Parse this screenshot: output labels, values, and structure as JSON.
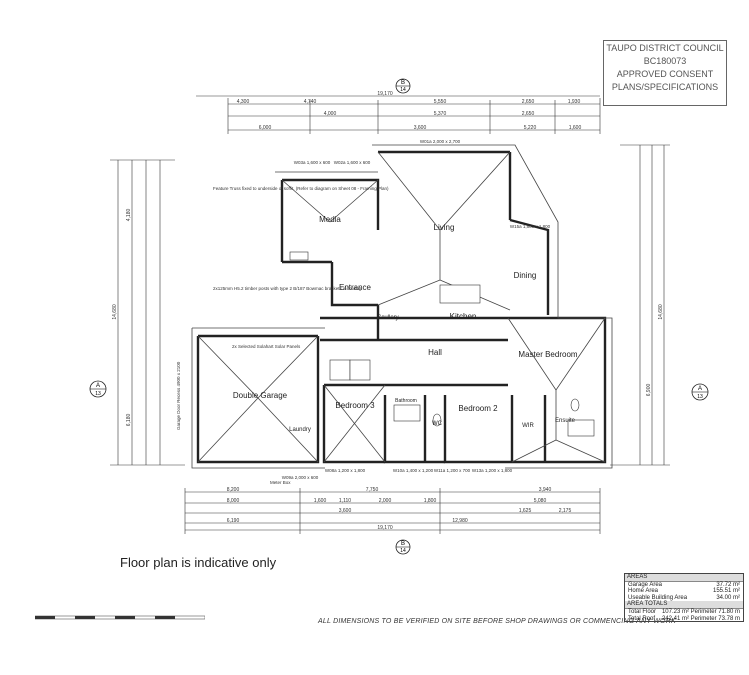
{
  "stamp": {
    "line1": "TAUPO DISTRICT COUNCIL",
    "line2": "BC180073",
    "line3": "APPROVED CONSENT",
    "line4": "PLANS/SPECIFICATIONS"
  },
  "section_markers": {
    "top": {
      "letter": "B",
      "sheet": "14"
    },
    "bottom": {
      "letter": "B",
      "sheet": "14"
    },
    "left": {
      "letter": "A",
      "sheet": "13"
    },
    "right": {
      "letter": "A",
      "sheet": "13"
    }
  },
  "rooms": {
    "media": "Media",
    "living": "Living",
    "dining": "Dining",
    "entrance": "Entrance",
    "scullery": "Scullery",
    "kitchen": "Kitchen",
    "hall": "Hall",
    "master_bedroom": "Master Bedroom",
    "double_garage": "Double Garage",
    "laundry": "Laundry",
    "bedroom3": "Bedroom 3",
    "bathroom": "Bathroom",
    "wc": "WC",
    "bedroom2": "Bedroom 2",
    "wir": "WIR",
    "ensuite": "Ensuite"
  },
  "dimensions": {
    "top_overall": "19,170",
    "top_row1": [
      "4,300",
      "4,740",
      "5,550",
      "2,650",
      "1,930"
    ],
    "top_row2": [
      "4,000",
      "5,370",
      "2,650"
    ],
    "top_row3": [
      "6,000",
      "3,600",
      "5,220",
      "1,600"
    ],
    "bottom_row1": [
      "8,200",
      "7,750",
      "3,940"
    ],
    "bottom_row2": [
      "8,000",
      "1,600",
      "1,110",
      "2,000",
      "1,800",
      "5,080"
    ],
    "bottom_row3": [
      "3,600",
      "1,625",
      "2,175"
    ],
    "bottom_row4": [
      "6,190",
      "12,980"
    ],
    "bottom_overall": "19,170",
    "left_overall": "14,680",
    "left_upper": "4,180",
    "left_lower": "6,180",
    "right_overall": "14,680",
    "right_lower": "6,900"
  },
  "windows": {
    "w03a": "W03a 1,600 x 600",
    "w02a": "W02a 1,600 x 600",
    "w01a": "W01a 2,000 x 2,700",
    "w15a": "W15a 1,800 x 1,800",
    "w08a": "W08a 1,200 x 1,800",
    "w10a": "W10a 1,400 x 1,200",
    "w11a": "W11a 1,200 x 700",
    "w13a": "W13a 1,200 x 1,800",
    "w09a": "W09a 2,000 x 600"
  },
  "annotations": {
    "feature_truss": "Feature Truss fixed to underside of soffit. (Refer to diagram on Sheet 08 - Framing Plan)",
    "timber_posts": "2x125mm H5.2 timber posts with type 2 B/187 Bowmac brackets in footing",
    "solar_panels": "2x Selected Solahart Solar Panels",
    "meter_box": "Meter Box",
    "garage_door": "Garage Door Recess 4900 x 2100"
  },
  "indicative": "Floor plan is indicative only",
  "footnote": "ALL DIMENSIONS TO BE VERIFIED ON SITE BEFORE SHOP DRAWINGS OR COMMENCING ANY WORK",
  "areas": {
    "header": "AREAS",
    "rows": [
      {
        "label": "Garage Area",
        "value": "37.72 m²"
      },
      {
        "label": "Home Area",
        "value": "155.51 m²"
      },
      {
        "label": "Useable Building Area",
        "value": "34.00 m²"
      }
    ],
    "totals_header": "AREA TOTALS",
    "totals": [
      {
        "label": "Total Floor",
        "value": "107.23 m²  Perimeter 71.80 m"
      },
      {
        "label": "Total Roof",
        "value": "242.41 m²  Perimeter 73.78 m"
      }
    ]
  }
}
